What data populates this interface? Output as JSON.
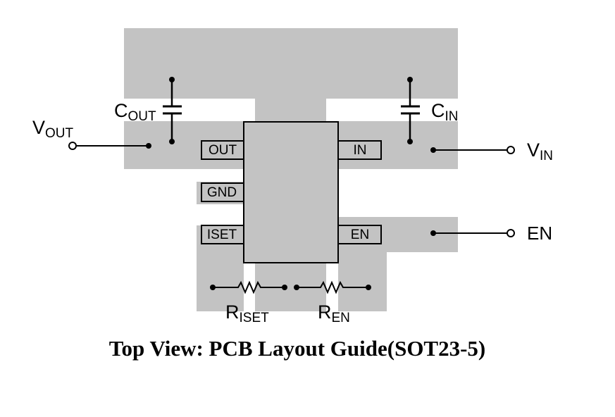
{
  "colors": {
    "copper": "#c3c3c3",
    "line": "#000000",
    "background": "#ffffff"
  },
  "pins": {
    "out": "OUT",
    "gnd": "GND",
    "iset": "ISET",
    "in": "IN",
    "en": "EN"
  },
  "components": {
    "cout": {
      "main": "C",
      "sub": "OUT"
    },
    "cin": {
      "main": "C",
      "sub": "IN"
    },
    "riset": {
      "main": "R",
      "sub": "ISET"
    },
    "ren": {
      "main": "R",
      "sub": "EN"
    }
  },
  "terminals": {
    "vout": {
      "main": "V",
      "sub": "OUT"
    },
    "vin": {
      "main": "V",
      "sub": "IN"
    },
    "en": "EN"
  },
  "caption": "Top View: PCB Layout Guide(SOT23-5)"
}
